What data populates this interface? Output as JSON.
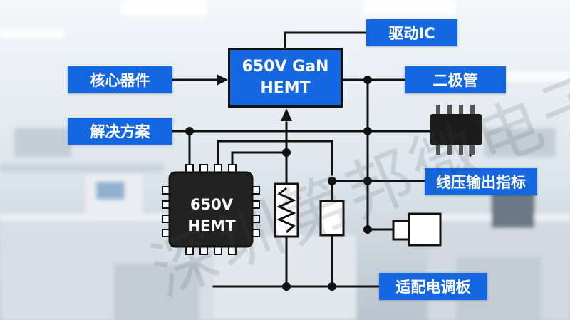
{
  "labels": {
    "driver_ic": "驱动IC",
    "core_device": "核心器件",
    "diode": "二极管",
    "solution": "解决方案",
    "line_voltage_output": "线压输出指标",
    "adapter_board": "适配电调板"
  },
  "main_box": {
    "line1": "650V GaN",
    "line2": "HEMT"
  },
  "chip": {
    "line1": "650V",
    "line2": "HEMT"
  },
  "watermark": "深圳第邦微电子",
  "colors": {
    "label_blue": "#1467e0",
    "wire": "#111111"
  }
}
